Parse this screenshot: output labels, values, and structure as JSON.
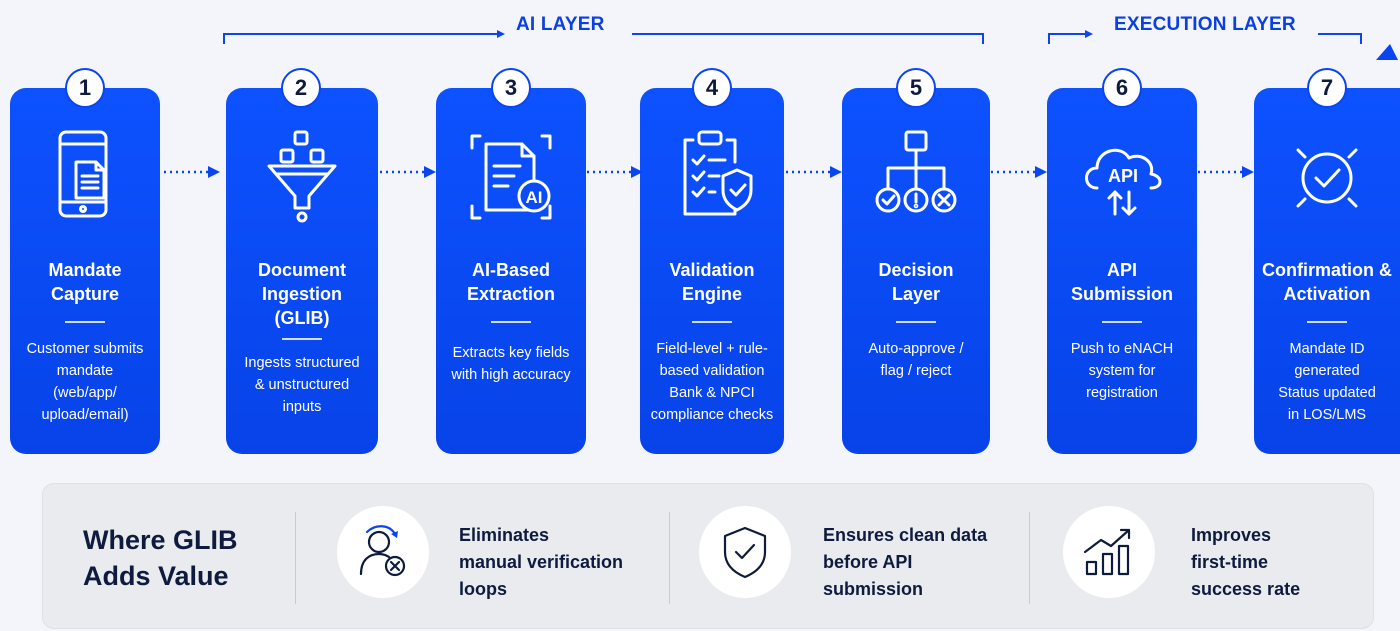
{
  "layers": {
    "ai": "AI LAYER",
    "execution": "EXECUTION LAYER"
  },
  "steps": [
    {
      "num": "1",
      "title": "Mandate\nCapture",
      "desc": "Customer submits\nmandate\n(web/app/\nupload/email)",
      "icon": "mobile-document-icon"
    },
    {
      "num": "2",
      "title": "Document\nIngestion\n(GLIB)",
      "desc": "Ingests structured\n& unstructured\ninputs",
      "icon": "funnel-icon"
    },
    {
      "num": "3",
      "title": "AI-Based\nExtraction",
      "desc": "Extracts key fields\nwith high accuracy",
      "icon": "ai-document-scan-icon"
    },
    {
      "num": "4",
      "title": "Validation\nEngine",
      "desc": "Field-level + rule-\nbased validation\nBank & NPCI\ncompliance checks",
      "icon": "checklist-shield-icon"
    },
    {
      "num": "5",
      "title": "Decision\nLayer",
      "desc": "Auto-approve /\nflag / reject",
      "icon": "decision-tree-icon"
    },
    {
      "num": "6",
      "title": "API\nSubmission",
      "desc": "Push to eNACH\nsystem for\nregistration",
      "icon": "api-cloud-icon"
    },
    {
      "num": "7",
      "title": "Confirmation &\nActivation",
      "desc": "Mandate ID\ngenerated\nStatus updated\nin LOS/LMS",
      "icon": "check-circle-icon"
    }
  ],
  "value": {
    "headline": "Where GLIB\nAdds Value",
    "items": [
      {
        "text": "Eliminates\nmanual verification\nloops",
        "icon": "user-remove-icon"
      },
      {
        "text": "Ensures clean data\nbefore API\nsubmission",
        "icon": "shield-check-icon"
      },
      {
        "text": "Improves\nfirst-time\nsuccess rate",
        "icon": "growth-chart-icon"
      }
    ]
  },
  "colors": {
    "accent": "#0a45f0",
    "card": "#0a4bf5",
    "background": "#f3f5fa",
    "text": "#0e1b3d"
  }
}
